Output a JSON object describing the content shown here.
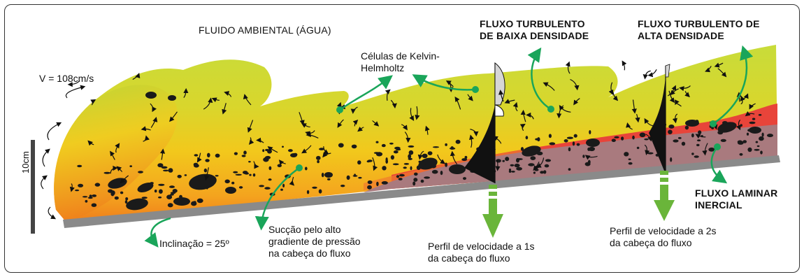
{
  "labels": {
    "ambient_fluid": "FLUIDO AMBIENTAL (ÁGUA)",
    "velocity": "V = 108cm/s",
    "kh_cells_1": "Células de Kelvin-",
    "kh_cells_2": "Helmholtz",
    "low_density_1": "FLUXO TURBULENTO",
    "low_density_2": "DE BAIXA DENSIDADE",
    "high_density_1": "FLUXO TURBULENTO DE",
    "high_density_2": "ALTA DENSIDADE",
    "laminar_1": "FLUXO LAMINAR",
    "laminar_2": "INERCIAL",
    "scale": "10cm",
    "slope": "Inclinação = 25º",
    "suction_1": "Sucção pelo alto",
    "suction_2": "gradiente de pressão",
    "suction_3": "na cabeça do fluxo",
    "profile1_1": "Perfil de velocidade a 1s",
    "profile1_2": "da cabeça do fluxo",
    "profile2_1": "Perfil de velocidade a 2s",
    "profile2_2": "da cabeça do fluxo"
  },
  "colors": {
    "light_green": "#b8d432",
    "yellow": "#f2d31c",
    "orange": "#f08a1e",
    "red": "#e8443a",
    "mauve": "#a97a7e",
    "grey_floor": "#8a8a8a",
    "pointer_green": "#1aa55a",
    "arrow_green": "#6ab53a",
    "clast": "#1a1a1a"
  }
}
